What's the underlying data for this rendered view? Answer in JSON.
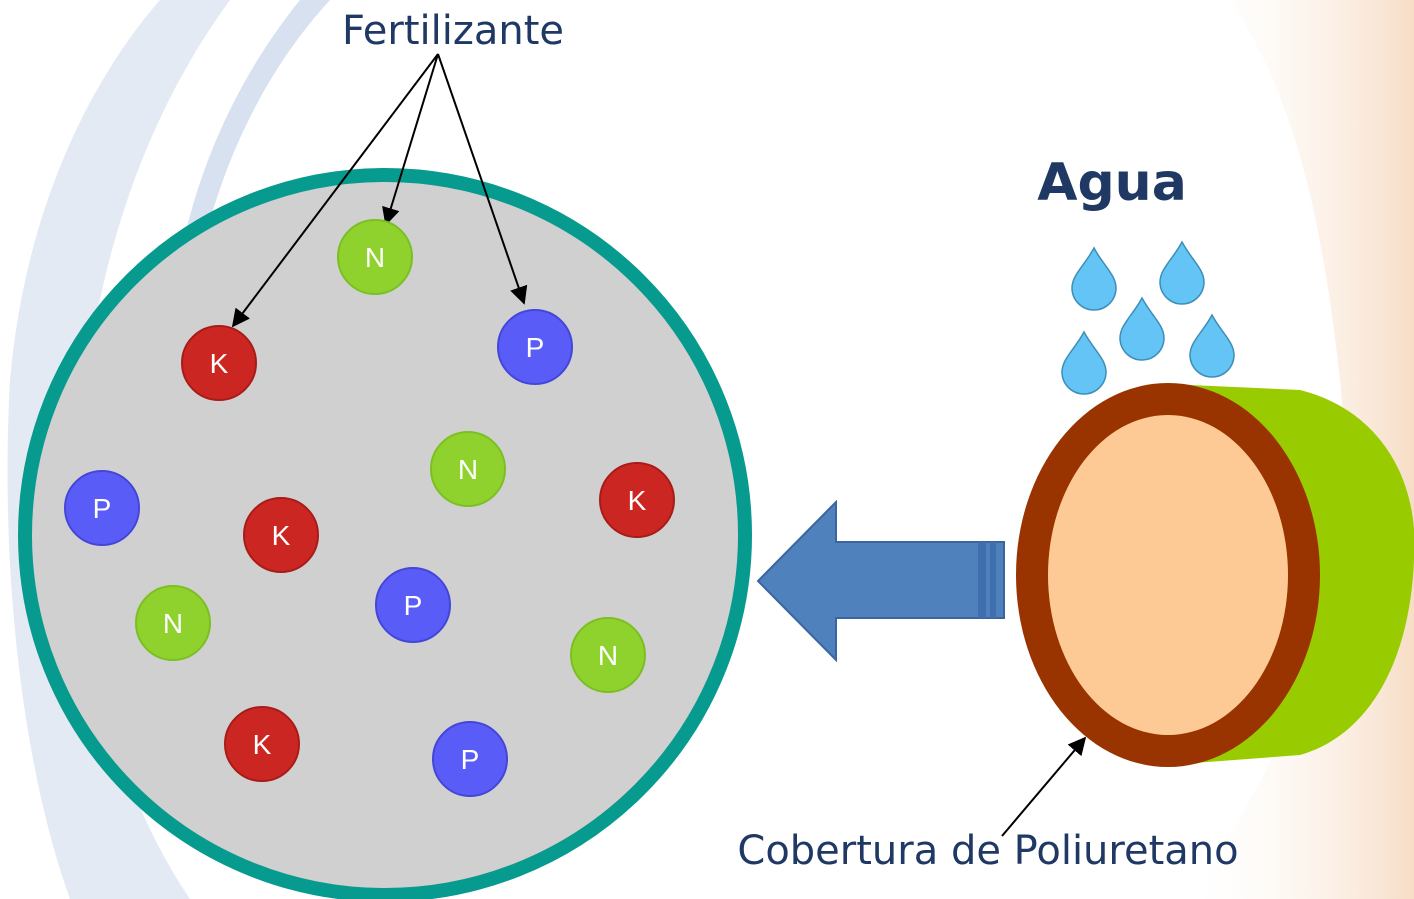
{
  "labels": {
    "fertilizer": "Fertilizante",
    "water": "Agua",
    "coating": "Cobertura de Poliuretano"
  },
  "particles": [
    {
      "letter": "N",
      "type": "nitrogen"
    },
    {
      "letter": "K",
      "type": "potassium"
    },
    {
      "letter": "P",
      "type": "phosphorus"
    },
    {
      "letter": "N",
      "type": "nitrogen"
    },
    {
      "letter": "P",
      "type": "phosphorus"
    },
    {
      "letter": "K",
      "type": "potassium"
    },
    {
      "letter": "K",
      "type": "potassium"
    },
    {
      "letter": "N",
      "type": "nitrogen"
    },
    {
      "letter": "P",
      "type": "phosphorus"
    },
    {
      "letter": "N",
      "type": "nitrogen"
    },
    {
      "letter": "K",
      "type": "potassium"
    },
    {
      "letter": "P",
      "type": "phosphorus"
    }
  ],
  "colors": {
    "nitrogen": "#8fd22e",
    "potassium": "#cc2622",
    "phosphorus": "#5a5cf8",
    "capsule_fill": "#d0d0d0",
    "capsule_border": "#079a8e",
    "arrow": "#4f81bd",
    "water_drop": "#64c4f6",
    "coating_outer": "#993300",
    "coating_inner": "#fdca96",
    "granule_side": "#99cc00",
    "label_text": "#1f3864",
    "title_text": "#203864"
  }
}
